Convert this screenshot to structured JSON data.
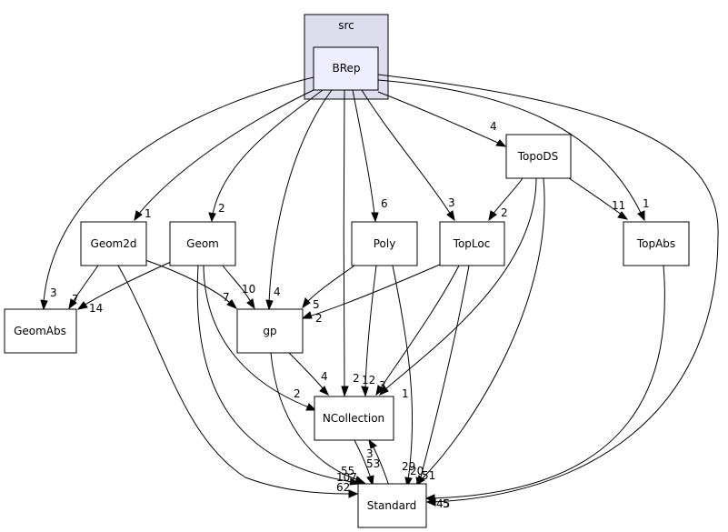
{
  "cluster": {
    "label": "src"
  },
  "nodes": {
    "brep": {
      "label": "BRep"
    },
    "topods": {
      "label": "TopoDS"
    },
    "geom2d": {
      "label": "Geom2d"
    },
    "geom": {
      "label": "Geom"
    },
    "poly": {
      "label": "Poly"
    },
    "toploc": {
      "label": "TopLoc"
    },
    "topabs": {
      "label": "TopAbs"
    },
    "geomabs": {
      "label": "GeomAbs"
    },
    "gp": {
      "label": "gp"
    },
    "ncollection": {
      "label": "NCollection"
    },
    "standard": {
      "label": "Standard"
    }
  },
  "edges": [
    {
      "from": "BRep",
      "to": "TopoDS",
      "count": "4"
    },
    {
      "from": "BRep",
      "to": "Geom2d",
      "count": "1"
    },
    {
      "from": "BRep",
      "to": "Geom",
      "count": "2"
    },
    {
      "from": "BRep",
      "to": "Poly",
      "count": "6"
    },
    {
      "from": "BRep",
      "to": "TopLoc",
      "count": "3"
    },
    {
      "from": "BRep",
      "to": "TopAbs",
      "count": "1"
    },
    {
      "from": "BRep",
      "to": "GeomAbs",
      "count": "3"
    },
    {
      "from": "BRep",
      "to": "gp",
      "count": "4"
    },
    {
      "from": "BRep",
      "to": "NCollection",
      "count": "2"
    },
    {
      "from": "BRep",
      "to": "Standard",
      "count": "45"
    },
    {
      "from": "TopoDS",
      "to": "TopLoc",
      "count": "2"
    },
    {
      "from": "TopoDS",
      "to": "TopAbs",
      "count": "11"
    },
    {
      "from": "TopoDS",
      "to": "NCollection",
      "count": "3"
    },
    {
      "from": "TopoDS",
      "to": "Standard",
      "count": "51"
    },
    {
      "from": "Geom2d",
      "to": "GeomAbs",
      "count": "7"
    },
    {
      "from": "Geom2d",
      "to": "gp",
      "count": "7"
    },
    {
      "from": "Geom2d",
      "to": "Standard",
      "count": "62"
    },
    {
      "from": "Geom",
      "to": "GeomAbs",
      "count": "14"
    },
    {
      "from": "Geom",
      "to": "gp",
      "count": "10"
    },
    {
      "from": "Geom",
      "to": "NCollection",
      "count": "2"
    },
    {
      "from": "Geom",
      "to": "Standard",
      "count": "107"
    },
    {
      "from": "Poly",
      "to": "gp",
      "count": "5"
    },
    {
      "from": "Poly",
      "to": "NCollection",
      "count": "12"
    },
    {
      "from": "Poly",
      "to": "Standard",
      "count": "29"
    },
    {
      "from": "TopLoc",
      "to": "gp",
      "count": "2"
    },
    {
      "from": "TopLoc",
      "to": "NCollection",
      "count": "1"
    },
    {
      "from": "TopLoc",
      "to": "Standard",
      "count": "20"
    },
    {
      "from": "TopAbs",
      "to": "Standard",
      "count": "5"
    },
    {
      "from": "gp",
      "to": "NCollection",
      "count": "4"
    },
    {
      "from": "gp",
      "to": "Standard",
      "count": "55"
    },
    {
      "from": "NCollection",
      "to": "Standard",
      "count": "53"
    },
    {
      "from": "Standard",
      "to": "NCollection",
      "count": "3"
    }
  ]
}
